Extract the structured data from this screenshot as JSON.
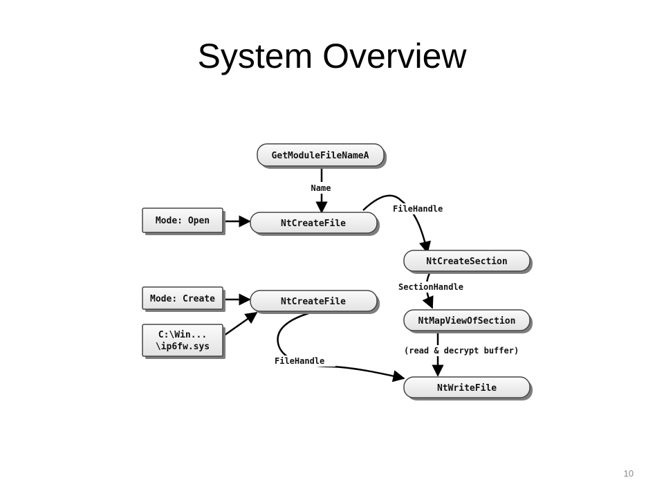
{
  "slide": {
    "title": "System Overview",
    "page_number": "10"
  },
  "diagram": {
    "nodes": {
      "get_module": "GetModuleFileNameA",
      "mode_open": "Mode: Open",
      "nt_create_file_1": "NtCreateFile",
      "nt_create_section": "NtCreateSection",
      "mode_create": "Mode: Create",
      "nt_create_file_2": "NtCreateFile",
      "path_line1": "C:\\Win...",
      "path_line2": "\\ip6fw.sys",
      "nt_map_view": "NtMapViewOfSection",
      "nt_write_file": "NtWriteFile"
    },
    "edges": {
      "name": "Name",
      "file_handle_1": "FileHandle",
      "section_handle": "SectionHandle",
      "read_decrypt": "(read & decrypt buffer)",
      "file_handle_2": "FileHandle"
    }
  }
}
